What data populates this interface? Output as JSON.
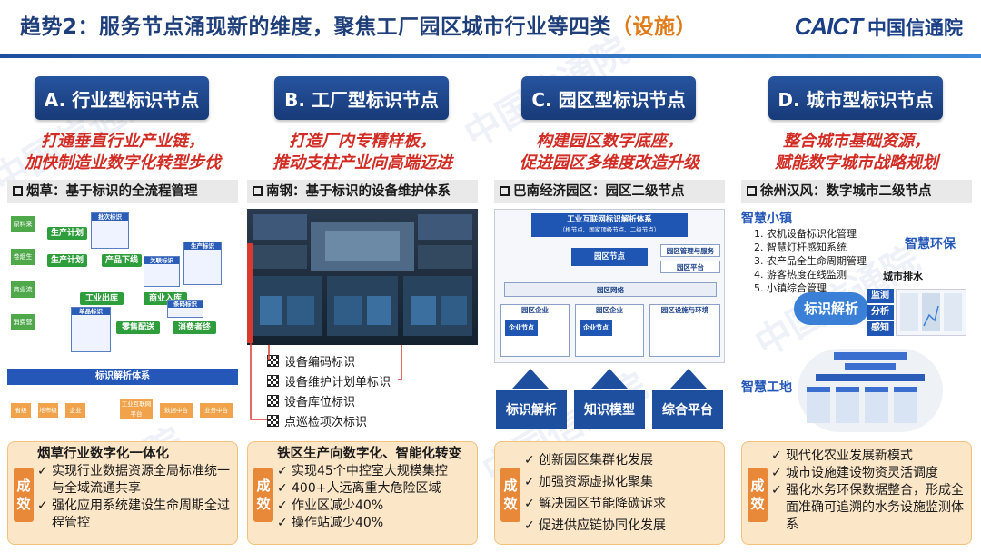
{
  "title": {
    "main": "趋势2：服务节点涌现新的维度，聚焦工厂园区城市行业等四类",
    "accent": "（设施）"
  },
  "logo": {
    "en": "CAICT",
    "cn": "中国信通院",
    "watermark": "中国信通院"
  },
  "colors": {
    "brand": "#1f3f7a",
    "accent": "#e07b1a",
    "slogan": "#d22d25",
    "pill": "#1f4a92",
    "result_bg": "#fbe6c8",
    "badge": "#e8893a"
  },
  "badge_text": [
    "成",
    "效"
  ],
  "columns": [
    {
      "id": "a",
      "pill": "A. 行业型标识节点",
      "slogan": [
        "打通垂直行业产业链，",
        "加快制造业数字化转型步伐"
      ],
      "case": "烟草：基于标识的全流程管理",
      "visual": {
        "side_items": [
          "原料采购",
          "卷烟生产",
          "商业流通",
          "消费营销"
        ],
        "flow": [
          "生产计划",
          "生产计划",
          "产品下线",
          "工业出库",
          "商业入库",
          "零售配送",
          "消费者终"
        ],
        "notes": [
          "批次标识",
          "生产标识",
          "关联标识",
          "单品标识",
          "条码标识"
        ],
        "bar": "标识解析体系",
        "nodes": [
          "省级",
          "地市级",
          "企业",
          "工业互联网平台",
          "数据中台",
          "业务中台"
        ]
      },
      "result_head": "烟草行业数字化一体化",
      "results": [
        "实现行业数据资源全局标准统一与全域流通共享",
        "强化应用系统建设生命周期全过程管控"
      ]
    },
    {
      "id": "b",
      "pill": "B. 工厂型标识节点",
      "slogan": [
        "打造厂内专精样板，",
        "推动支柱产业向高端迈进"
      ],
      "case": "南钢：基于标识的设备维护体系",
      "visual": {
        "items": [
          "设备编码标识",
          "设备维护计划单标识",
          "设备库位标识",
          "点巡检项次标识"
        ]
      },
      "result_head": "铁区生产向数字化、智能化转变",
      "results": [
        "实现45个中控室大规模集控",
        "400+人远离重大危险区域",
        "作业区减少40%",
        "操作站减少40%"
      ]
    },
    {
      "id": "c",
      "pill": "C. 园区型标识节点",
      "slogan": [
        "构建园区数字底座，",
        "促进园区多维度改造升级"
      ],
      "case": "巴南经济园区：园区二级节点",
      "visual": {
        "top": "工业互联网标识解析体系",
        "top_sub": "（根节点、国家顶级节点、二级节点）",
        "park_node": "园区节点",
        "park_mgmt": "园区管理与服务",
        "park_platform": "园区平台",
        "park_net": "园区网络",
        "ent1": "园区企业",
        "ent2": "园区企业",
        "ent_node": "企业节点",
        "infra": "园区设施与环境",
        "buttons": [
          "标识解析",
          "知识模型",
          "综合平台"
        ]
      },
      "result_head": "",
      "results": [
        "创新园区集群化发展",
        "加强资源虚拟化聚集",
        "解决园区节能降碳诉求",
        "促进供应链协同化发展"
      ]
    },
    {
      "id": "d",
      "pill": "D. 城市型标识节点",
      "slogan": [
        "整合城市基础资源，",
        "赋能数字城市战略规划"
      ],
      "case": "徐州汉风：数字城市二级节点",
      "visual": {
        "town": "智慧小镇",
        "town_items": [
          "1.  农机设备标识化管理",
          "2.  智慧灯杆感知系统",
          "3.  农产品全生命周期管理",
          "4.  游客热度在线监测",
          "5.  小镇综合管理"
        ],
        "env": "智慧环保",
        "drain": "城市排水",
        "center": "标识解析",
        "tags": [
          "监测",
          "分析",
          "感知"
        ],
        "site": "智慧工地"
      },
      "result_head": "",
      "results": [
        "现代化农业发展新模式",
        "城市设施建设物资灵活调度",
        "强化水务环保数据整合，形成全面准确可追溯的水务设施监测体系"
      ]
    }
  ]
}
